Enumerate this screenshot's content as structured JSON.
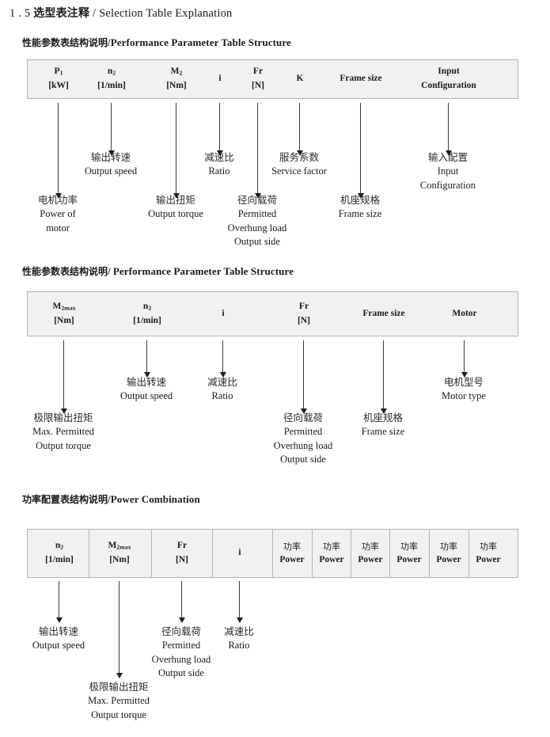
{
  "document": {
    "title_number": "1 . 5",
    "title_cn": "选型表注释",
    "title_sep": "/",
    "title_en": "Selection Table Explanation"
  },
  "sections": [
    {
      "heading_cn": "性能参数表结构说明",
      "heading_sep": "/",
      "heading_en": "Performance Parameter Table Structure",
      "columns": [
        {
          "l1_html": "P<sub>1</sub>",
          "l2": "[kW]"
        },
        {
          "l1_html": "n<sub>2</sub>",
          "l2": "[1/min]"
        },
        {
          "l1_html": "M<sub>2</sub>",
          "l2": "[Nm]"
        },
        {
          "l1_html": "i",
          "l2": ""
        },
        {
          "l1_html": "Fr",
          "l2": "[N]"
        },
        {
          "l1_html": "K",
          "l2": ""
        },
        {
          "l1_html": "Frame size",
          "l2": ""
        },
        {
          "l1_html": "Input",
          "l2": "Configuration"
        }
      ],
      "annotations": [
        {
          "cn": "电机功率",
          "en": [
            "Power of",
            "motor"
          ]
        },
        {
          "cn": "输出转速",
          "en": [
            "Output speed"
          ]
        },
        {
          "cn": "输出扭矩",
          "en": [
            "Output torque"
          ]
        },
        {
          "cn": "减速比",
          "en": [
            "Ratio"
          ]
        },
        {
          "cn": "径向载荷",
          "en": [
            "Permitted",
            "Overhung load",
            "Output side"
          ]
        },
        {
          "cn": "服务系数",
          "en": [
            "Service factor"
          ]
        },
        {
          "cn": "机座规格",
          "en": [
            "Frame size"
          ]
        },
        {
          "cn": "输入配置",
          "en": [
            "Input",
            "Configuration"
          ]
        }
      ]
    },
    {
      "heading_cn": "性能参数表结构说明",
      "heading_sep": "/",
      "heading_en": "Performance Parameter Table Structure",
      "columns": [
        {
          "l1_html": "M<sub>2max</sub>",
          "l2": "[Nm]"
        },
        {
          "l1_html": "n<sub>2</sub>",
          "l2": "[1/min]"
        },
        {
          "l1_html": "i",
          "l2": ""
        },
        {
          "l1_html": "Fr",
          "l2": "[N]"
        },
        {
          "l1_html": "Frame size",
          "l2": ""
        },
        {
          "l1_html": "Motor",
          "l2": ""
        }
      ],
      "annotations": [
        {
          "cn": "极限输出扭矩",
          "en": [
            "Max. Permitted",
            "Output  torque"
          ]
        },
        {
          "cn": "输出转速",
          "en": [
            "Output speed"
          ]
        },
        {
          "cn": "减速比",
          "en": [
            "Ratio"
          ]
        },
        {
          "cn": "径向载荷",
          "en": [
            "Permitted",
            "Overhung load",
            "Output side"
          ]
        },
        {
          "cn": "机座规格",
          "en": [
            "Frame size"
          ]
        },
        {
          "cn": "电机型号",
          "en": [
            "Motor type"
          ]
        }
      ]
    },
    {
      "heading_cn": "功率配置表结构说明",
      "heading_sep": "/",
      "heading_en": "Power Combination",
      "columns": [
        {
          "l1_html": "n<sub>2</sub>",
          "l2": "[1/min]"
        },
        {
          "l1_html": "M<sub>2max</sub>",
          "l2": "[Nm]"
        },
        {
          "l1_html": "Fr",
          "l2": "[N]"
        },
        {
          "l1_html": "i",
          "l2": ""
        },
        {
          "l1_cn": "功率",
          "l2": "Power"
        },
        {
          "l1_cn": "功率",
          "l2": "Power"
        },
        {
          "l1_cn": "功率",
          "l2": "Power"
        },
        {
          "l1_cn": "功率",
          "l2": "Power"
        },
        {
          "l1_cn": "功率",
          "l2": "Power"
        },
        {
          "l1_cn": "功率",
          "l2": "Power"
        }
      ],
      "annotations": [
        {
          "cn": "输出转速",
          "en": [
            "Output speed"
          ]
        },
        {
          "cn": "极限输出扭矩",
          "en": [
            "Max. Permitted",
            "Output  torque"
          ]
        },
        {
          "cn": "径向载荷",
          "en": [
            "Permitted",
            "Overhung load",
            "Output side"
          ]
        },
        {
          "cn": "减速比",
          "en": [
            "Ratio"
          ]
        }
      ]
    }
  ],
  "style": {
    "table_fill": "#f1f1f1",
    "table_border": "#b4b4b4",
    "arrow_color": "#1f1f1f",
    "text_color": "#1a1a1a"
  }
}
